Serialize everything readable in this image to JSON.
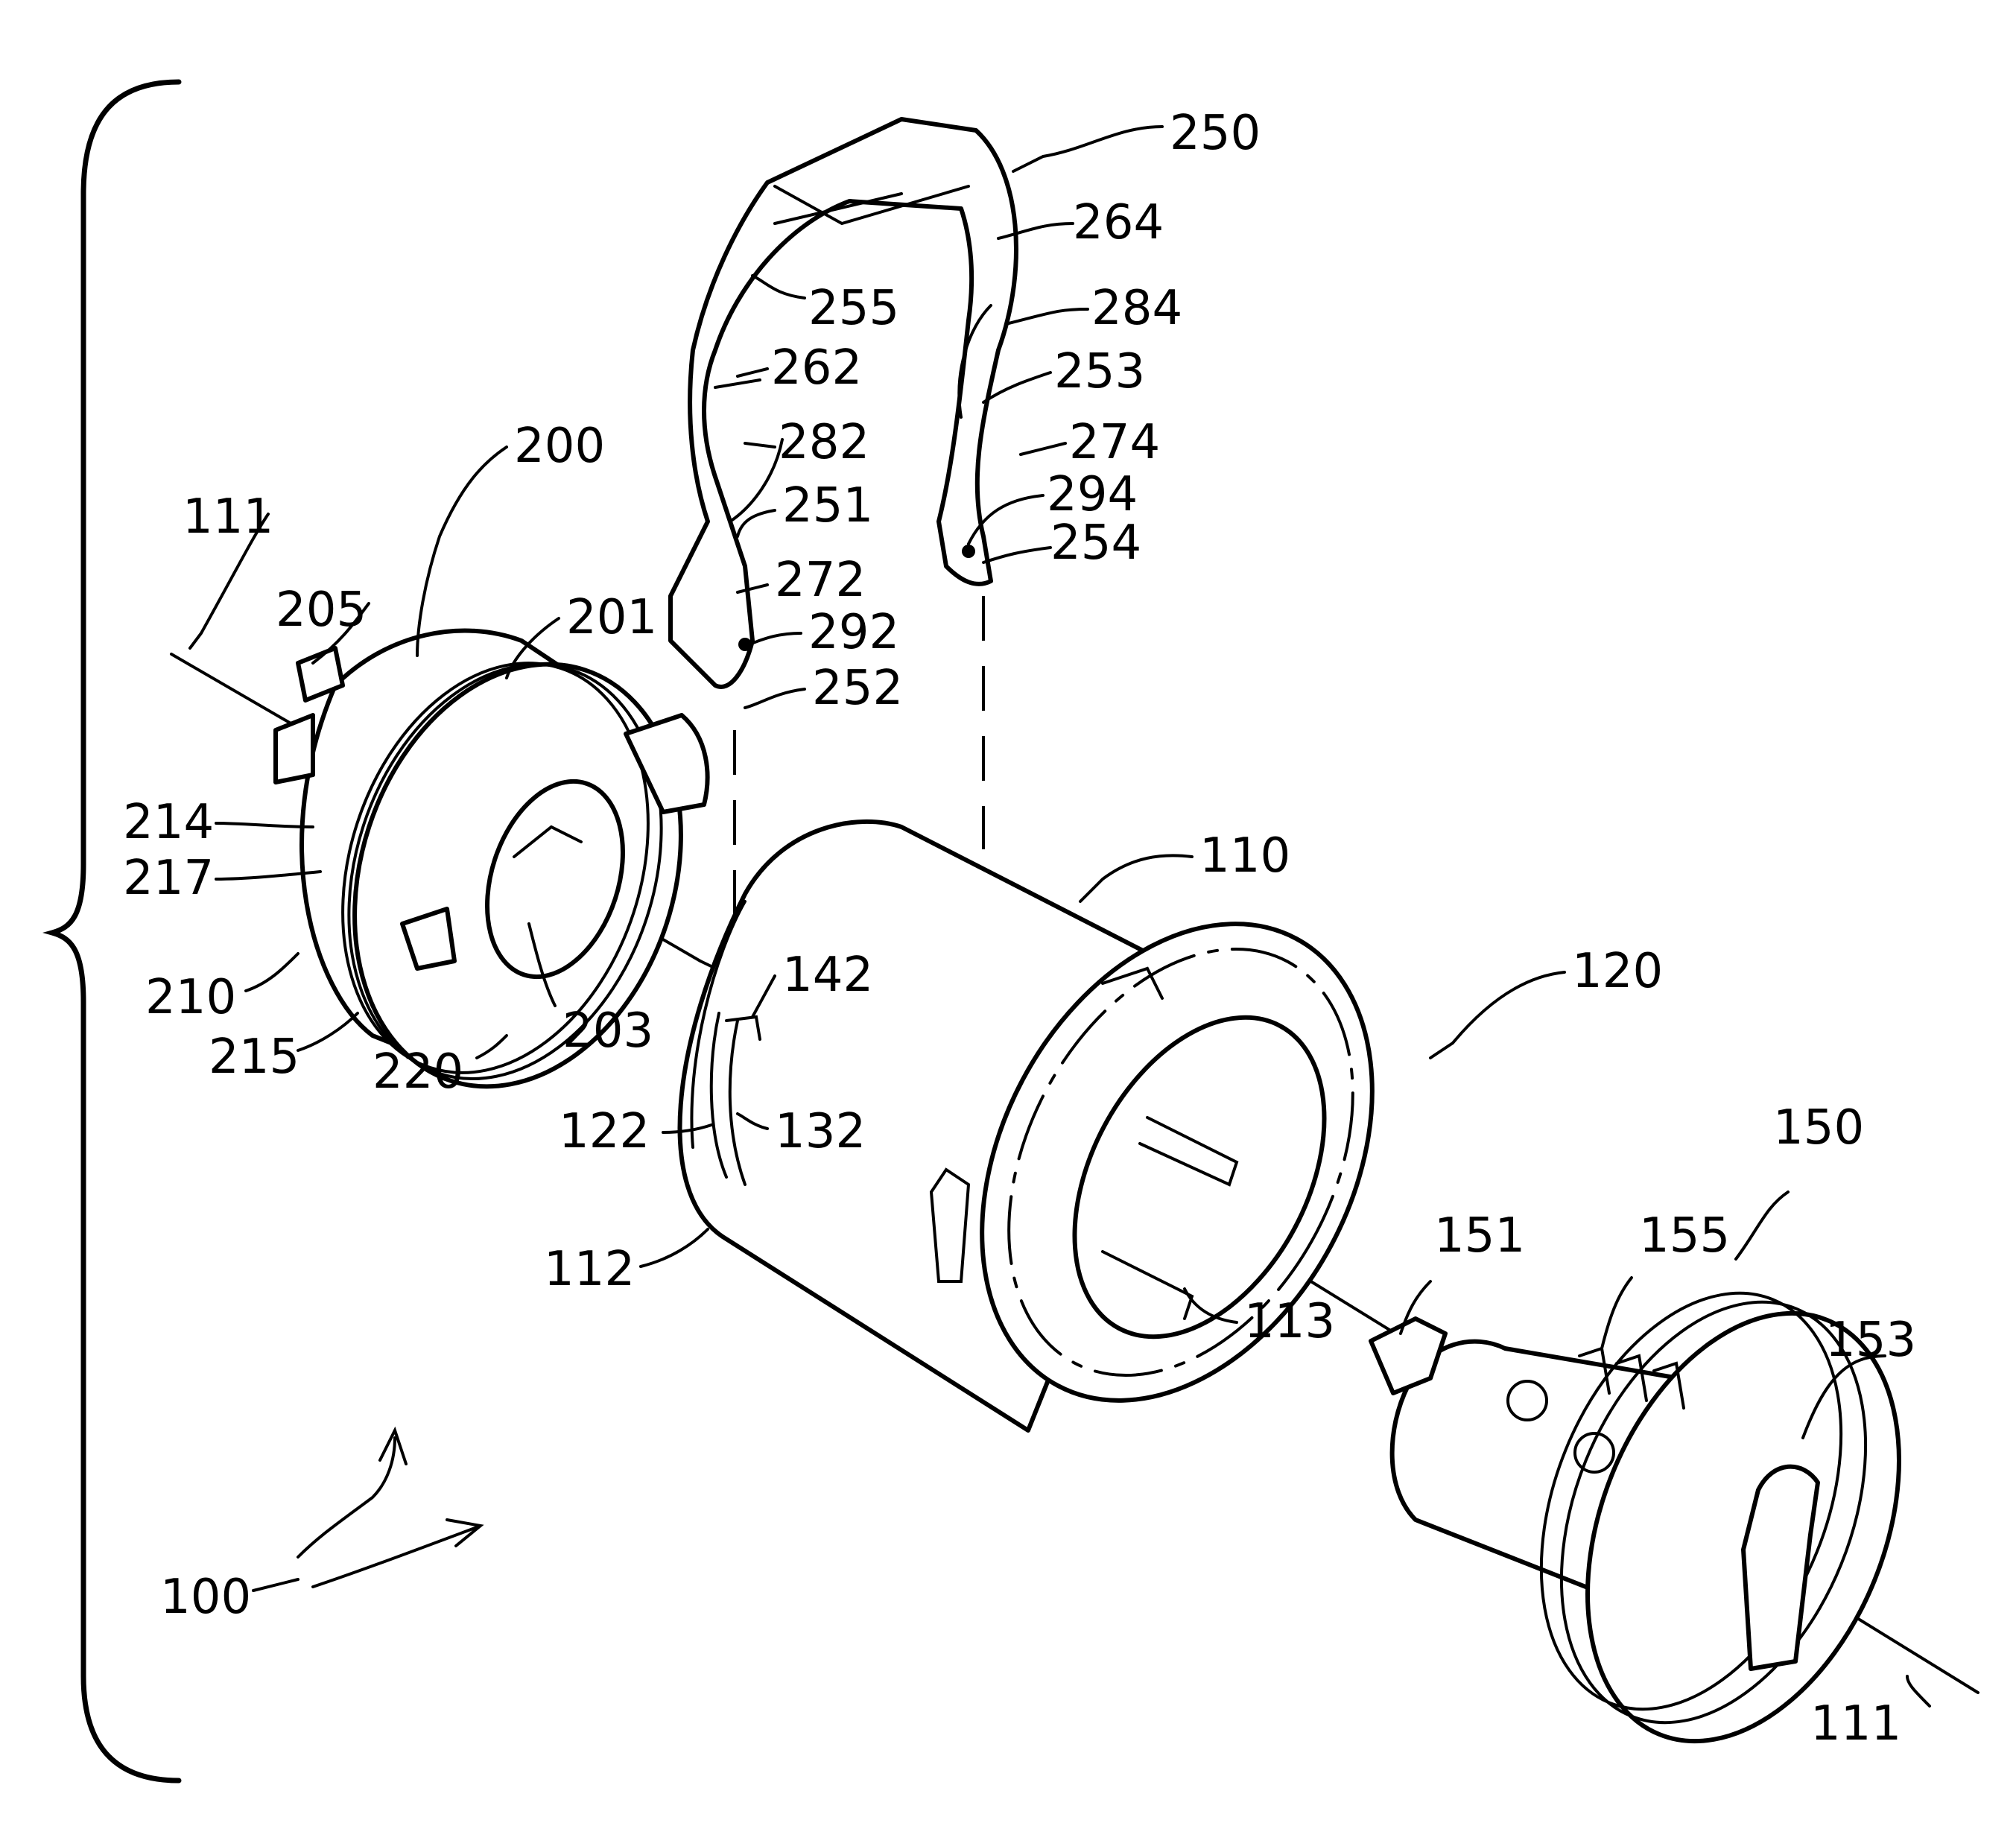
{
  "figure": {
    "reference_numerals": {
      "assembly": "100",
      "axis_upper": "111",
      "axis_lower": "111",
      "housing": "110",
      "housing_end": "112",
      "housing_notch": "113",
      "housing_bore": "120",
      "slot_outer": "122",
      "slot_inner": "132",
      "slot_recess": "142",
      "plug": "150",
      "plug_tab": "151",
      "keyway": "153",
      "tumblers": "155",
      "cap": "200",
      "cap_opening": "201",
      "cap_inner_wall": "203",
      "cap_lugs": "205",
      "cap_body": "210",
      "cap_groove_214": "214",
      "cap_groove_215": "215",
      "cap_rim": "217",
      "cap_face": "220",
      "clip": "250",
      "clip_edge_251": "251",
      "clip_tip_left": "252",
      "clip_edge_253": "253",
      "clip_tip_right": "254",
      "clip_face": "255",
      "clip_arm_262": "262",
      "clip_arm_264": "264",
      "clip_arm_272": "272",
      "clip_arm_274": "274",
      "clip_arm_282": "282",
      "clip_arm_284": "284",
      "clip_bump_292": "292",
      "clip_bump_294": "294"
    }
  }
}
